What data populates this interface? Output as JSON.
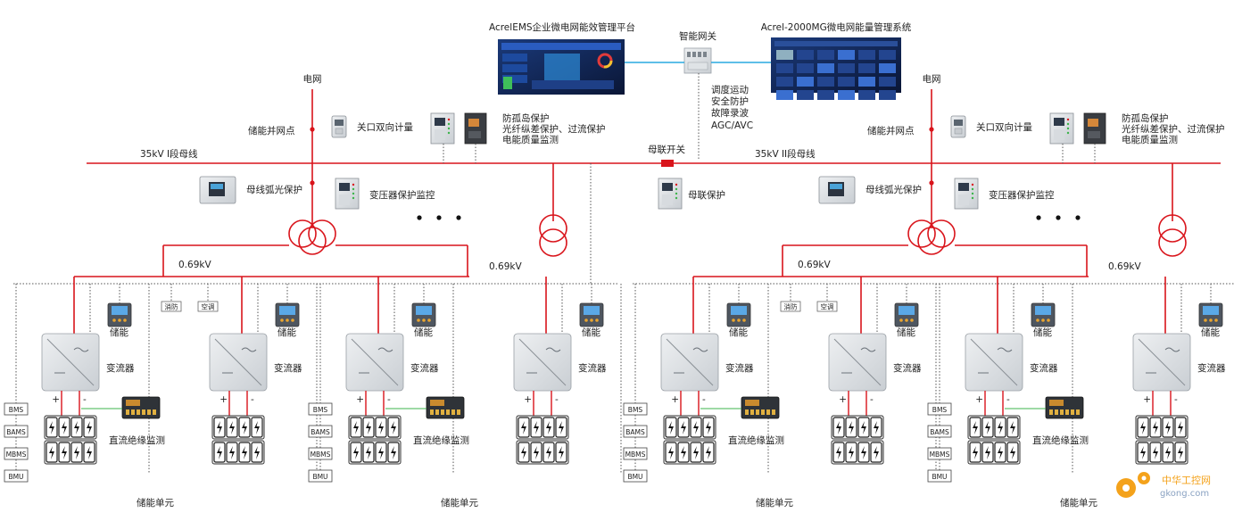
{
  "title_left": "AcrelEMS企业微电网能效管理平台",
  "title_right": "Acrel-2000MG微电网能量管理系统",
  "gateway": "智能网关",
  "gateway_functions": [
    "调度运动",
    "安全防护",
    "故障录波",
    "AGC/AVC"
  ],
  "grid": "电网",
  "grid_point": "储能并网点",
  "meter": "关口双向计量",
  "protection": [
    "防孤岛保护",
    "光纤纵差保护、过流保护",
    "电能质量监测"
  ],
  "bus1": "35kV I段母线",
  "bus2": "35kV II段母线",
  "tie_switch": "母联开关",
  "tie_protection": "母联保护",
  "arc_protection": "母线弧光保护",
  "transformer_monitor": "变压器保护监控",
  "low_voltage": "0.69kV",
  "fire": "消防",
  "ac": "空调",
  "pcs": [
    "储能",
    "变流器"
  ],
  "dc_insulation": "直流绝缘监测",
  "bms_labels": [
    "BMS",
    "BAMS",
    "MBMS",
    "BMU"
  ],
  "storage_unit": "储能单元",
  "plus": "+",
  "minus": "-",
  "watermark_cn": "中华工控网",
  "watermark_en": "gkong.com",
  "colors": {
    "line": "#d9141b",
    "comm": "#29a8e0",
    "dotted": "#555555"
  }
}
